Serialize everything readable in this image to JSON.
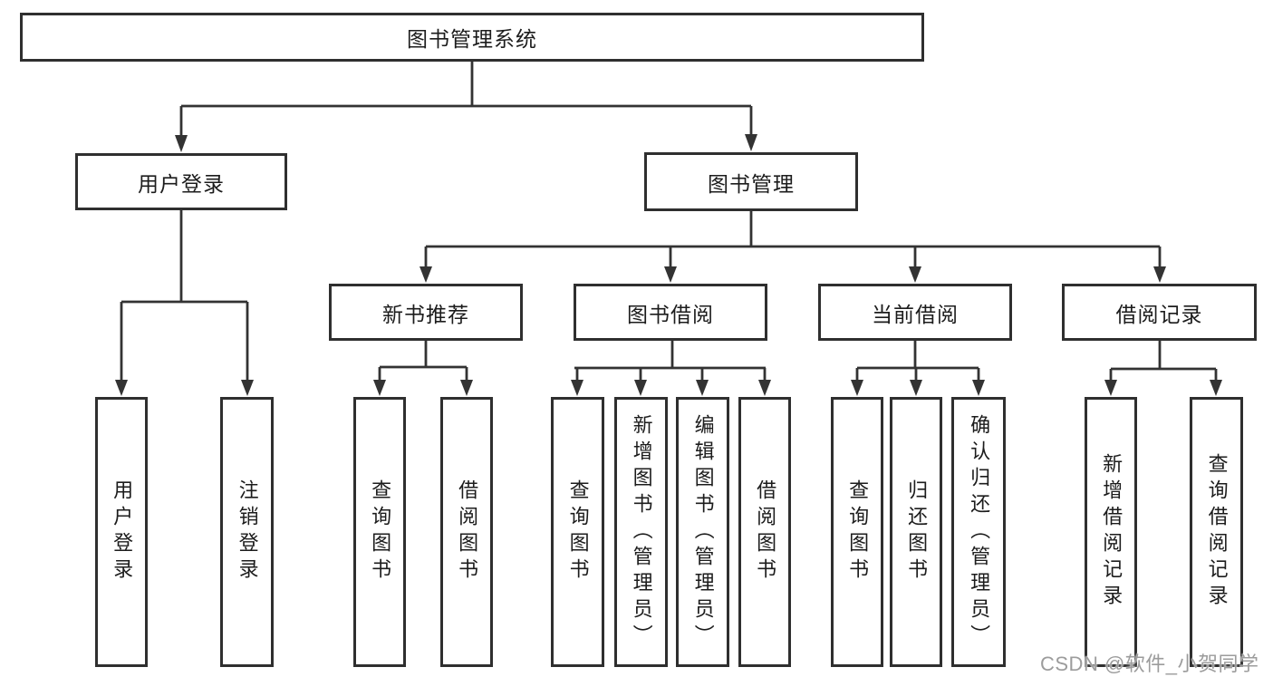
{
  "diagram_title": "图书管理系统",
  "tree": {
    "label": "图书管理系统",
    "children": [
      {
        "label": "用户登录",
        "children": [
          {
            "label": "用户登录"
          },
          {
            "label": "注销登录"
          }
        ]
      },
      {
        "label": "图书管理",
        "children": [
          {
            "label": "新书推荐",
            "children": [
              {
                "label": "查询图书"
              },
              {
                "label": "借阅图书"
              }
            ]
          },
          {
            "label": "图书借阅",
            "children": [
              {
                "label": "查询图书"
              },
              {
                "label": "新增图书（管理员）"
              },
              {
                "label": "编辑图书（管理员）"
              },
              {
                "label": "借阅图书"
              }
            ]
          },
          {
            "label": "当前借阅",
            "children": [
              {
                "label": "查询图书"
              },
              {
                "label": "归还图书"
              },
              {
                "label": "确认归还（管理员）"
              }
            ]
          },
          {
            "label": "借阅记录",
            "children": [
              {
                "label": "新增借阅记录"
              },
              {
                "label": "查询借阅记录"
              }
            ]
          }
        ]
      }
    ]
  },
  "watermark": {
    "text": "CSDN @软件_小贺同学",
    "color": "#9c9c9c"
  },
  "colors": {
    "line": "#333333",
    "box_border": "#2f2f2f",
    "text": "#1c1c1c",
    "background": "#ffffff"
  }
}
